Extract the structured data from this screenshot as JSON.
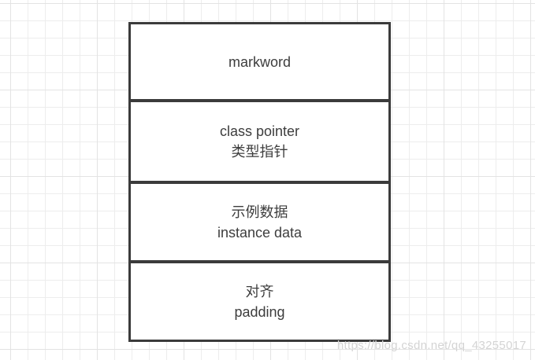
{
  "diagram": {
    "description": "Java object memory layout diagram with four stacked sections",
    "rows": [
      {
        "id": "markword",
        "lines": [
          "markword",
          ""
        ]
      },
      {
        "id": "class-pointer",
        "lines": [
          "class pointer",
          "类型指针"
        ]
      },
      {
        "id": "instance-data",
        "lines": [
          "示例数据",
          "instance data"
        ]
      },
      {
        "id": "padding",
        "lines": [
          "对齐",
          "padding"
        ]
      }
    ]
  },
  "watermark": {
    "text": "https://blog.csdn.net/qq_43255017"
  },
  "colors": {
    "line": "#3b3b3b",
    "text": "#3d3d3d",
    "bg": "#ffffff",
    "grid-minor": "#ededed",
    "grid-major": "#e3e3e3",
    "watermark": "#d4d4d4"
  }
}
